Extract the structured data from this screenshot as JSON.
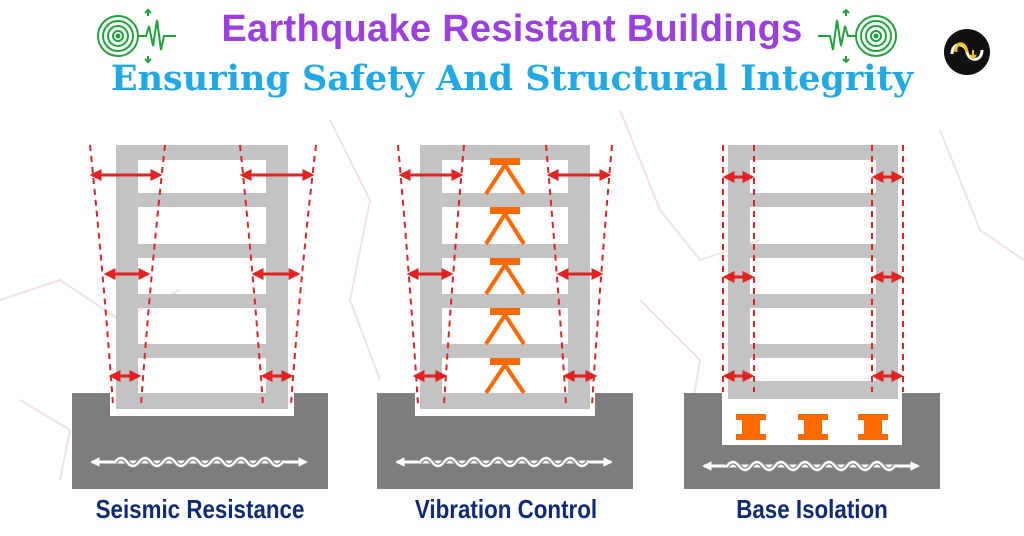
{
  "header": {
    "title": "Earthquake Resistant Buildings",
    "subtitle": "Ensuring Safety And Structural Integrity"
  },
  "icons": {
    "left": "seismic-wave-icon",
    "right": "seismic-wave-icon",
    "logo": "brand-logo-icon"
  },
  "panels": [
    {
      "label": "Seismic Resistance"
    },
    {
      "label": "Vibration Control"
    },
    {
      "label": "Base Isolation"
    }
  ],
  "colors": {
    "title": "#9b3fe0",
    "subtitle": "#20a9e4",
    "label": "#0f2a78",
    "frame": "#c3c3c3",
    "ground": "#7d7d7d",
    "arrow": "#e32222",
    "damper": "#ff6a00"
  }
}
